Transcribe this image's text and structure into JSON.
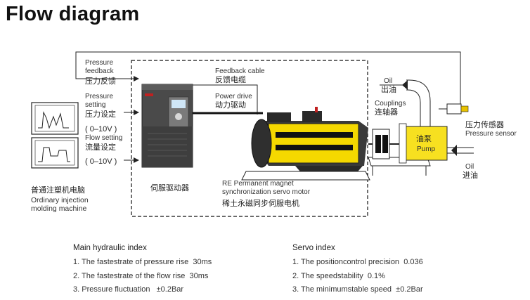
{
  "title": "Flow diagram",
  "labels": {
    "pressure_feedback_en": "Pressure\nfeedback",
    "pressure_feedback_cn": "压力反馈",
    "pressure_setting_en": "Pressure\nsetting",
    "pressure_setting_cn": "压力设定",
    "range_1": "( 0–10V )",
    "flow_setting_en": "Flow setting",
    "flow_setting_cn": "流量设定",
    "range_2": "( 0–10V )",
    "injection_cn": "普通注塑机电脑",
    "injection_en": "Ordinary injection\nmolding machine",
    "servo_driver_cn": "伺服驱动器",
    "feedback_cable_en": "Feedback cable",
    "feedback_cable_cn": "反馈电缆",
    "power_drive_en": "Power drive",
    "power_drive_cn": "动力驱动",
    "motor_en": "RE Permanent magnet\nsynchronization servo motor",
    "motor_cn": "稀土永磁同步伺服电机",
    "oil_out_en": "Oil",
    "oil_out_cn": "出油",
    "couplings_en": "Couplings",
    "couplings_cn": "连轴器",
    "pump_cn": "油泵",
    "pump_en": "Pump",
    "pressure_sensor_cn": "压力传感器",
    "pressure_sensor_en": "Pressure sensor",
    "oil_in_en": "Oil",
    "oil_in_cn": "进油"
  },
  "hydraulic": {
    "header": "Main hydraulic index",
    "items": [
      {
        "text": "1. The fastestrate of pressure rise",
        "value": "30ms"
      },
      {
        "text": "2. The fastestrate of the flow rise",
        "value": "30ms"
      },
      {
        "text": "3. Pressure fluctuation",
        "value": "±0.2Bar"
      }
    ]
  },
  "servo": {
    "header": "Servo index",
    "items": [
      {
        "text": "1. The positioncontrol precision",
        "value": "0.036"
      },
      {
        "text": "2. The speedstability",
        "value": "0.1%"
      },
      {
        "text": "3. The minimumstable speed",
        "value": "±0.2Bar"
      }
    ]
  },
  "colors": {
    "motor_yellow": "#f5d800",
    "pump_yellow": "#f7e020",
    "drive_body": "#4a4a4a",
    "line": "#222222"
  }
}
